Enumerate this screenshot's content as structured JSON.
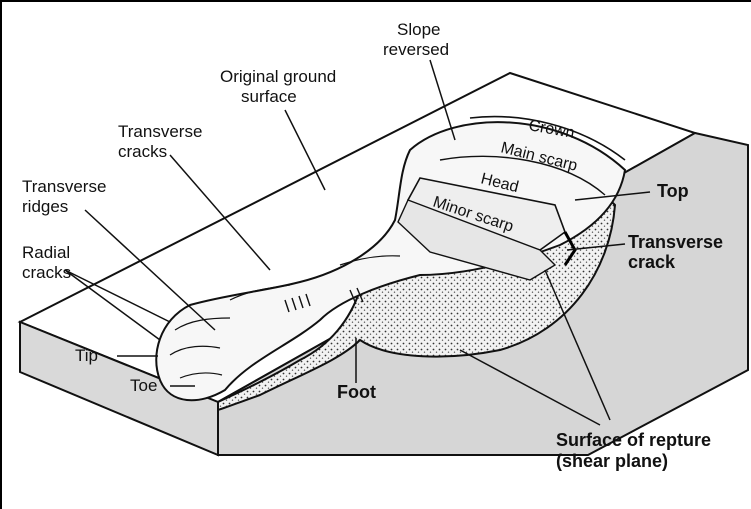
{
  "labels": {
    "slope_reversed": [
      "Slope",
      "reversed"
    ],
    "original_ground_surface": [
      "Original ground",
      "surface"
    ],
    "transverse_cracks": [
      "Transverse",
      "cracks"
    ],
    "transverse_ridges": [
      "Transverse",
      "ridges"
    ],
    "radial_cracks": [
      "Radial",
      "cracks"
    ],
    "tip": "Tip",
    "toe": "Toe",
    "foot": "Foot",
    "crown": "Crown",
    "main_scarp": "Main scarp",
    "head": "Head",
    "minor_scarp": "Minor scarp",
    "top": "Top",
    "transverse_crack": [
      "Transverse",
      "crack"
    ],
    "surface_of_rupture": [
      "Surface of repture",
      "(shear plane)"
    ]
  }
}
